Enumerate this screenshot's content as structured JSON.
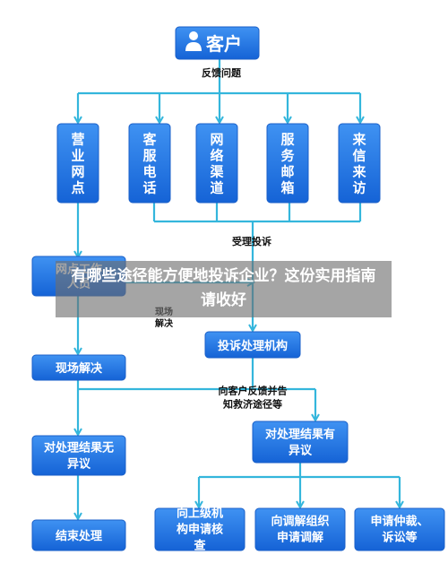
{
  "nodes": {
    "customer": "客户",
    "store": "营业网点",
    "service": "客服电话",
    "network": "网络渠道",
    "postbox": "服务邮箱",
    "letter": "来信来访",
    "store_staff": "网点工作人员",
    "complaint_dept": "投诉处理机构",
    "onsite": "现场解决",
    "no_objection": "对处理结果无异议",
    "has_objection": "对处理结果有异议",
    "end": "结束处理",
    "higher": "向上级机构申请核查",
    "mediation": "向调解组织申请调解",
    "arbitration": "申请仲裁、诉讼等"
  },
  "labels": {
    "feedback": "反馈问题",
    "accept": "受理投诉",
    "onsite_small": "现场解决",
    "notify": "向客户反馈并告知救济途径等"
  },
  "icons": {
    "customer": "person-icon"
  },
  "colors": {
    "node": "#1f74e3",
    "connector": "#34b6dc"
  },
  "overlay_title": "有哪些途径能方便地投诉企业？这份实用指南请收好"
}
